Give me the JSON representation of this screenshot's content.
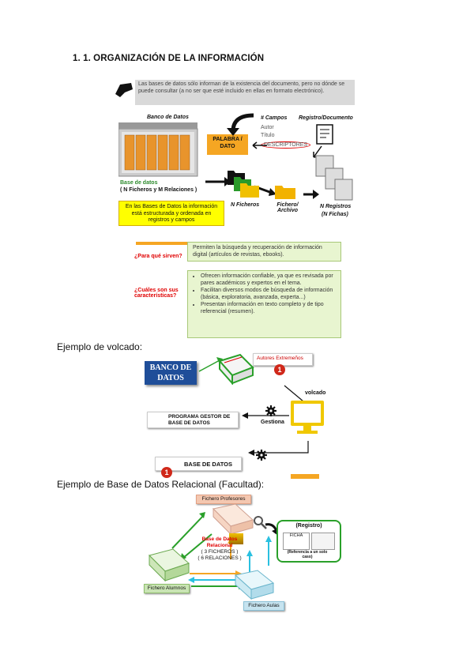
{
  "heading": "1.   1. ORGANIZACIÓN DE LA INFORMACIÓN",
  "intro_box": "Las bases de datos sólo informan de la existencia del documento, pero no dónde se puede consultar (a no ser que esté incluido en ellas en formato electrónico).",
  "diagram1": {
    "banco_label": "Banco de Datos",
    "palabra_dato": "PALABRA / DATO",
    "campos_label": "# Campos",
    "campos_values": [
      "Autor",
      "Título",
      "DESCRIPTORES"
    ],
    "registro_label": "Registro/Documento",
    "base_datos_label": "Base de datos",
    "base_datos_sub": "( N Ficheros  y  M Relaciones )",
    "n_ficheros": "N Ficheros",
    "fichero_archivo": "Fichero/ Archivo",
    "n_registros": "N Registros",
    "n_fichas": "(N Fichas)",
    "yellow_text": "En las Bases de Datos la información está estructurada y ordenada en registros y campos"
  },
  "para_que": {
    "question": "¿Para qué sirven?",
    "answer": "Permiten la búsqueda y recuperación de información digital (artículos de revistas, ebooks)."
  },
  "caracteristicas": {
    "question": "¿Cuáles son sus características?",
    "bullets": [
      "Ofrecen información confiable, ya que es revisada por pares académicos y expertos en el tema.",
      "Facilitan diversos modos de búsqueda de información (básica, exploratoria, avanzada, experta...)",
      "Presentan información en texto completo y de tipo referencial (resumen)."
    ]
  },
  "caption_volcado": "Ejemplo de volcado:",
  "diagram2": {
    "banco_de_datos": "BANCO DE DATOS",
    "autores_extremenos": "Autores Extremeños",
    "badge1": "1",
    "volcado": "volcado",
    "programa_gestor": "PROGRAMA GESTOR DE BASE DE DATOS",
    "gestiona": "Gestiona",
    "base_de_datos": "BASE DE DATOS",
    "badge2": "1"
  },
  "caption_relacional": "Ejemplo de Base de Datos Relacional (Facultad):",
  "diagram3": {
    "fichero_profesores": "Fichero Profesores",
    "center_title": "Base de Datos Relacional",
    "center_ficheros": "( 3 FICHEROS )",
    "center_relaciones": "( 6 RELACIONES )",
    "registro": "(Registro)",
    "ficha": "FICHA",
    "registro_sub": "(Referencia a un solo caso)",
    "fichero_alumnos": "Fichero Alumnos",
    "fichero_aulas": "Fichero Aulas"
  },
  "colors": {
    "accent_red": "#e00000",
    "green_box": "#e8f5d0",
    "yellow": "#ffff00",
    "orange": "#f5a623",
    "blue": "#1f4e99"
  }
}
